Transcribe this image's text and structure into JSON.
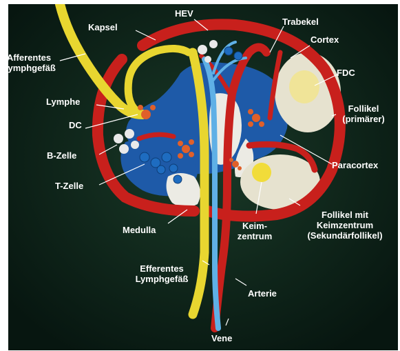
{
  "labels": {
    "hev": "HEV",
    "kapsel": "Kapsel",
    "trabekel": "Trabekel",
    "cortex": "Cortex",
    "afferentes_1": "Afferentes",
    "afferentes_2": "Lymphgefäß",
    "fdc": "FDC",
    "lymphe": "Lymphe",
    "follikel_primaer_1": "Follikel",
    "follikel_primaer_2": "(primärer)",
    "dc": "DC",
    "b_zelle": "B-Zelle",
    "paracortex": "Paracortex",
    "t_zelle": "T-Zelle",
    "follikel_keim_1": "Follikel mit",
    "follikel_keim_2": "Keimzentrum",
    "follikel_keim_3": "(Sekundärfollikel)",
    "medulla": "Medulla",
    "keimzentrum_1": "Keim-",
    "keimzentrum_2": "zentrum",
    "efferentes_1": "Efferentes",
    "efferentes_2": "Lymphgefäß",
    "arterie": "Arterie",
    "vene": "Vene"
  },
  "colors": {
    "background": "#0d2418",
    "capsule": "#c8201c",
    "lymph_vessel": "#e8d630",
    "vein": "#5fb0e6",
    "paracortex": "#1e5aa8",
    "follicle": "#e6e2cf",
    "dendritic_cell": "#e0602a",
    "b_cell": "#e9e9e9",
    "t_cell": "#1e6cc0"
  }
}
